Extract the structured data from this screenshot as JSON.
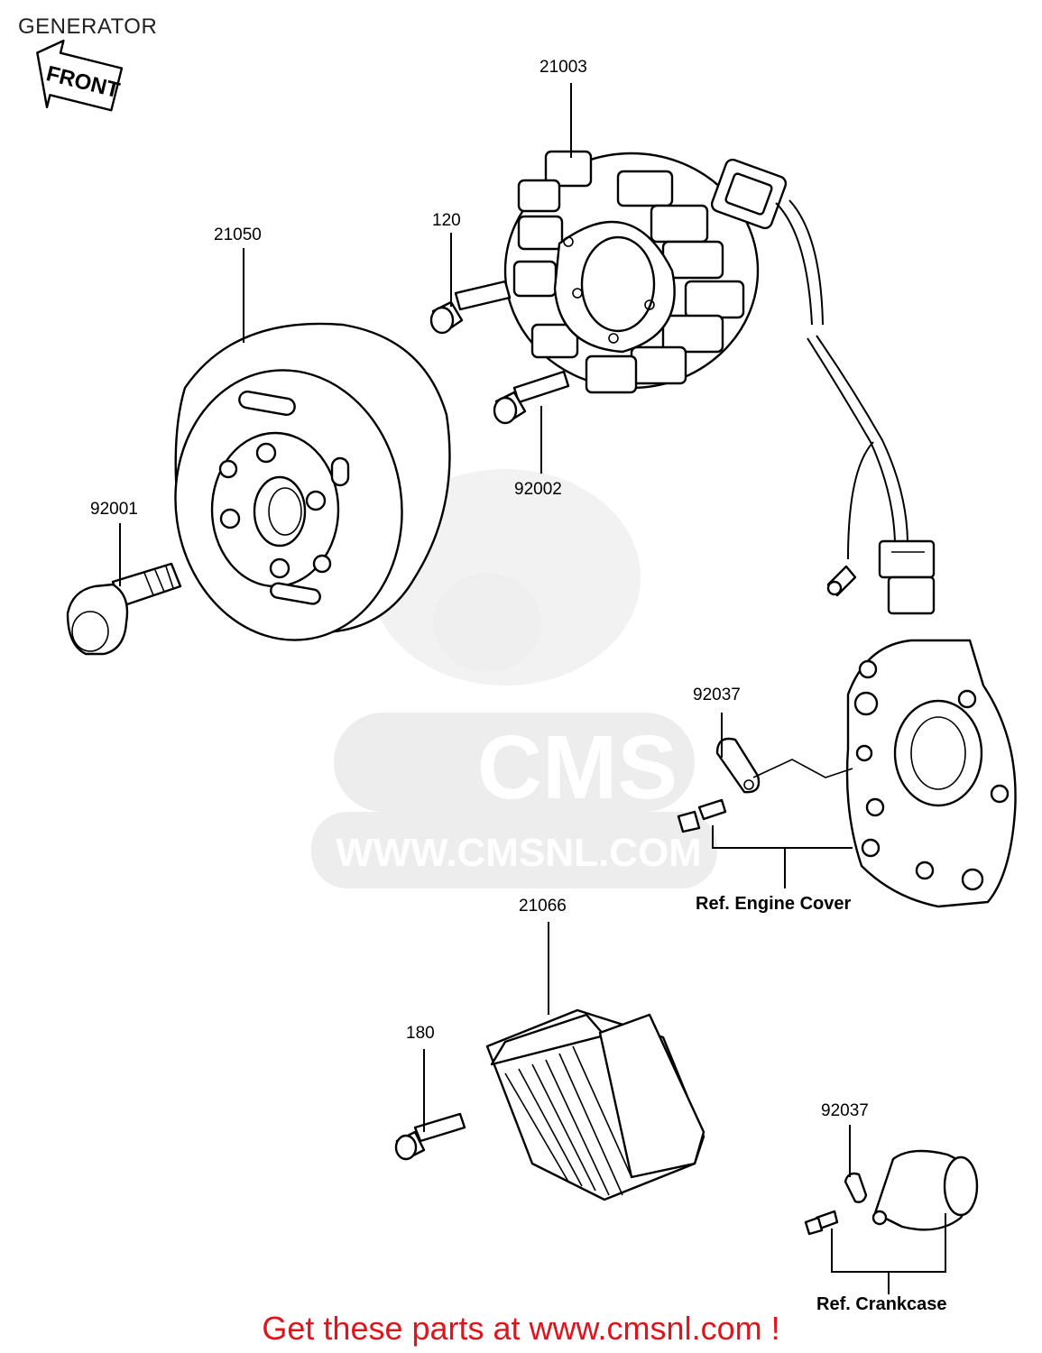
{
  "diagram": {
    "title": "GENERATOR",
    "front_label": "FRONT",
    "watermark": {
      "brand": "CMS",
      "url": "WWW.CMSNL.COM"
    },
    "part_numbers": {
      "stator": "21003",
      "stator_bolt": "120",
      "stator_bolt_lower": "92002",
      "rotor": "21050",
      "rotor_bolt": "92001",
      "clamp_upper": "92037",
      "regulator": "21066",
      "regulator_bolt": "180",
      "clamp_lower": "92037"
    },
    "references": {
      "engine_cover": "Ref. Engine Cover",
      "crankcase": "Ref. Crankcase"
    }
  },
  "footer": {
    "cta": "Get these parts at www.cmsnl.com !",
    "color": "#e0141c"
  }
}
